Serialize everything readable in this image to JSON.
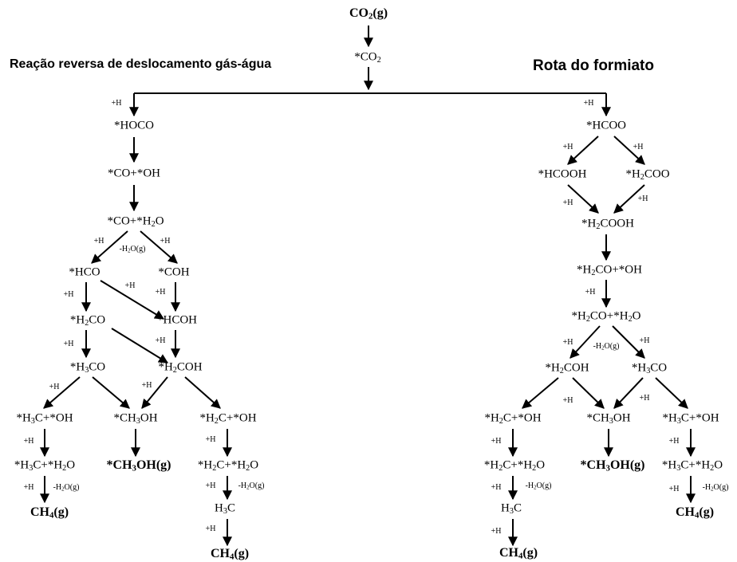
{
  "titles": {
    "left": "Reação reversa de deslocamento gás-água",
    "right": "Rota do formiato"
  },
  "top": {
    "co2_gas": "CO<sub>2</sub>(g)",
    "co2_ads": "*CO<sub>2</sub>"
  },
  "left_route": {
    "hoco": "*HOCO",
    "co_oh": "*CO+*OH",
    "co_h2o": "*CO+*H<sub>2</sub>O",
    "hco": "*HCO",
    "coh": "*COH",
    "h2co": "*H<sub>2</sub>CO",
    "hcoh": "*HCOH",
    "h3co": "*H<sub>3</sub>CO",
    "h2coh": "*H<sub>2</sub>COH",
    "h3c_oh": "*H<sub>3</sub>C+*OH",
    "ch3oh_ads": "*CH<sub>3</sub>OH",
    "h2c_oh": "*H<sub>2</sub>C+*OH",
    "h3c_h2o": "*H<sub>3</sub>C+*H<sub>2</sub>O",
    "ch3oh_gas": "*CH<sub>3</sub>OH(g)",
    "h2c_h2o": "*H<sub>2</sub>C+*H<sub>2</sub>O",
    "ch4_a": "CH<sub>4</sub>(g)",
    "h3c": "H<sub>3</sub>C",
    "ch4_b": "CH<sub>4</sub>(g)"
  },
  "right_route": {
    "hcoo": "*HCOO",
    "hcooh": "*HCOOH",
    "h2coo": "*H<sub>2</sub>COO",
    "h2cooh": "*H<sub>2</sub>COOH",
    "h2co_oh": "*H<sub>2</sub>CO+*OH",
    "h2co_h2o": "*H<sub>2</sub>CO+*H<sub>2</sub>O",
    "h2coh": "*H<sub>2</sub>COH",
    "h3co": "*H<sub>3</sub>CO",
    "h2c_oh": "*H<sub>2</sub>C+*OH",
    "ch3oh_ads": "*CH<sub>3</sub>OH",
    "h3c_oh": "*H<sub>3</sub>C+*OH",
    "h2c_h2o": "*H<sub>2</sub>C+*H<sub>2</sub>O",
    "ch3oh_gas": "*CH<sub>3</sub>OH(g)",
    "h3c_h2o": "*H<sub>3</sub>C+*H<sub>2</sub>O",
    "h3c": "H<sub>3</sub>C",
    "ch4_a": "CH<sub>4</sub>(g)",
    "ch4_b": "CH<sub>4</sub>(g)"
  },
  "step_labels": {
    "plus_h": "+H",
    "minus_h2o": "-H<sub>2</sub>O(g)"
  }
}
